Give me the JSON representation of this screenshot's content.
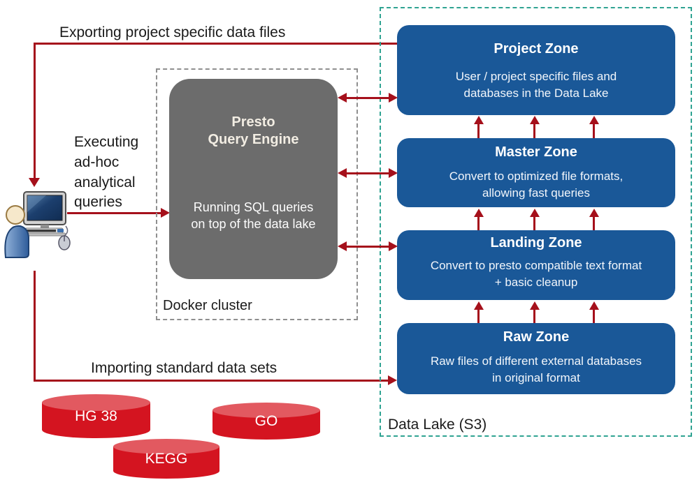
{
  "labels": {
    "exporting": "Exporting project specific data files",
    "importing": "Importing standard data sets",
    "docker": "Docker cluster",
    "data_lake": "Data Lake (S3)"
  },
  "executing_lines": [
    "Executing",
    "ad-hoc",
    "analytical",
    "queries"
  ],
  "presto": {
    "title_lines": [
      "Presto",
      "Query Engine"
    ],
    "body_lines": [
      "Running SQL queries",
      "on top of the data lake"
    ]
  },
  "zones": [
    {
      "name": "Project Zone",
      "desc_lines": [
        "User / project specific files and",
        "databases in the Data Lake"
      ]
    },
    {
      "name": "Master Zone",
      "desc_lines": [
        "Convert to optimized file formats,",
        "allowing fast queries"
      ]
    },
    {
      "name": "Landing Zone",
      "desc_lines": [
        "Convert to presto compatible text format",
        "+ basic cleanup"
      ]
    },
    {
      "name": "Raw Zone",
      "desc_lines": [
        "Raw files of different external databases",
        "in original format"
      ]
    }
  ],
  "datasets": [
    "HG 38",
    "GO",
    "KEGG"
  ],
  "icons": {
    "user": "user-at-computer-icon",
    "database": "database-cylinder-icon"
  },
  "colors": {
    "arrow_red": "#a5101b",
    "zone_blue": "#1a5898",
    "presto_gray": "#6c6c6c",
    "lake_teal": "#2fa392",
    "cylinder_red": "#d41420"
  }
}
